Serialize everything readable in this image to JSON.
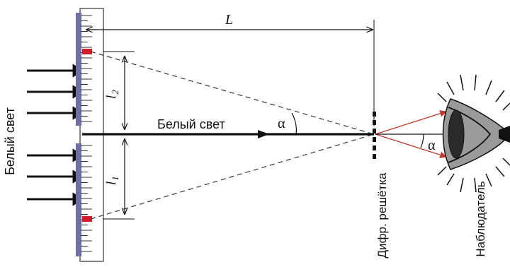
{
  "labels": {
    "distance_L": "L",
    "l2": "l",
    "l2_sub": "2",
    "l1": "l",
    "l1_sub": "1",
    "white_light_side": "Белый свет",
    "white_light_axis": "Белый свет",
    "alpha_left": "α",
    "alpha_right": "α",
    "grating": "Дифр. решётка",
    "observer": "Наблюдатель"
  },
  "colors": {
    "scale_strip": "#6f6fa3",
    "mark": "#d21c2c",
    "red_ray": "#c0392b",
    "line": "#111111",
    "eye_gray": "#9a9a9a",
    "eye_dark": "#2a2a2a"
  },
  "icons": {
    "eye": "observer-eye-icon"
  }
}
